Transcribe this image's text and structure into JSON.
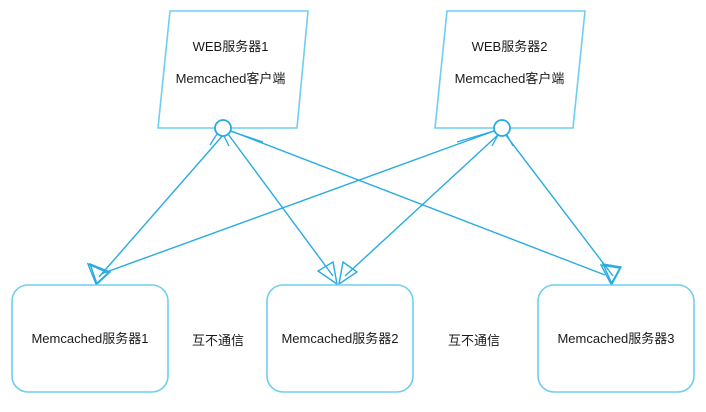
{
  "diagram": {
    "type": "architecture-diagram",
    "background_color": "#ffffff",
    "stroke_color": "#29abe2",
    "light_stroke_color": "#6ecff0",
    "text_color": "#1a1a1a",
    "web_servers": [
      {
        "id": "web-server-1",
        "title": "WEB服务器1",
        "subtitle": "Memcached客户端",
        "shape": "parallelogram",
        "connector": "circle"
      },
      {
        "id": "web-server-2",
        "title": "WEB服务器2",
        "subtitle": "Memcached客户端",
        "shape": "parallelogram",
        "connector": "circle"
      }
    ],
    "memcached_servers": [
      {
        "id": "memcached-server-1",
        "label": "Memcached服务器1",
        "shape": "rounded-rect"
      },
      {
        "id": "memcached-server-2",
        "label": "Memcached服务器2",
        "shape": "rounded-rect"
      },
      {
        "id": "memcached-server-3",
        "label": "Memcached服务器3",
        "shape": "rounded-rect"
      }
    ],
    "edge_labels": [
      {
        "id": "no-comm-1",
        "text": "互不通信"
      },
      {
        "id": "no-comm-2",
        "text": "互不通信"
      }
    ],
    "connections": [
      {
        "from": "web-server-1",
        "to": "memcached-server-1",
        "arrow": "open-triangle"
      },
      {
        "from": "web-server-1",
        "to": "memcached-server-2",
        "arrow": "open-triangle"
      },
      {
        "from": "web-server-1",
        "to": "memcached-server-3",
        "arrow": "open-triangle"
      },
      {
        "from": "web-server-2",
        "to": "memcached-server-1",
        "arrow": "open-triangle"
      },
      {
        "from": "web-server-2",
        "to": "memcached-server-2",
        "arrow": "open-triangle"
      },
      {
        "from": "web-server-2",
        "to": "memcached-server-3",
        "arrow": "open-triangle"
      }
    ]
  }
}
